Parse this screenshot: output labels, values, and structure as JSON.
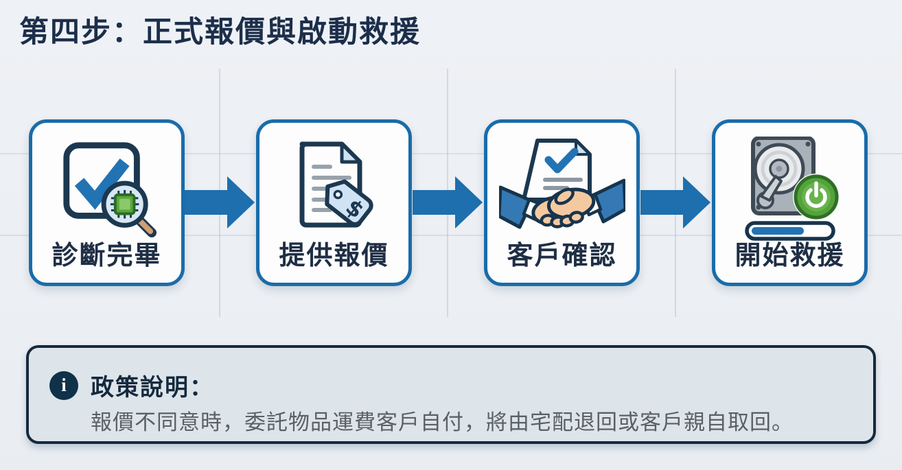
{
  "page": {
    "title": "第四步：正式報價與啟動救援"
  },
  "steps": [
    {
      "label": "診斷完畢",
      "icon": "checkbox-check-with-magnifier-chip"
    },
    {
      "label": "提供報價",
      "icon": "quote-document-with-price-tag",
      "tag_symbol": "$"
    },
    {
      "label": "客戶確認",
      "icon": "handshake-with-confirmed-document"
    },
    {
      "label": "開始救援",
      "icon": "hard-drive-power-with-progress-bar",
      "progress_width": "76"
    }
  ],
  "policy_note": {
    "info_glyph": "i",
    "title": "政策說明：",
    "body": "報價不同意時，委託物品運費客戶自付，將由宅配退回或客戶親自取回。"
  },
  "colors": {
    "page_background": "#edf0f4",
    "card_border_blue": "#1a6ca9",
    "arrow_blue": "#1e6fae",
    "check_blue": "#2273b4",
    "title_navy": "#1c2e4a",
    "outline_navy": "#1c3850",
    "note_background": "#dde4ea",
    "note_border_navy": "#16293d",
    "note_body_gray": "#5a6067",
    "power_green": "#55a23c",
    "hand_skin": "#f5c9a0",
    "tag_light_blue": "#cfe3f5"
  }
}
